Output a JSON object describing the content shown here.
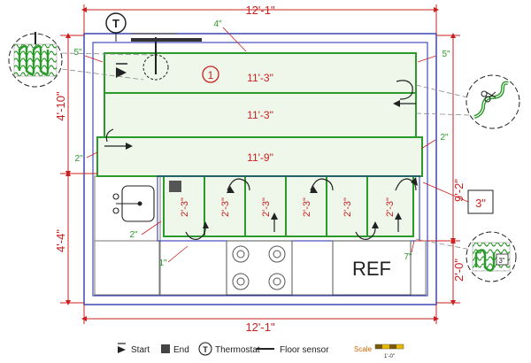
{
  "dimensions": {
    "top_width": "12'-1\"",
    "bottom_width": "12'-1\"",
    "left_upper": "4'-10\"",
    "left_lower": "4'-4\"",
    "right_upper": "9'-2\"",
    "right_lower": "2'-0\""
  },
  "gaps": {
    "top": "4\"",
    "right_top": "5\"",
    "left_top": "5\"",
    "right_mid": "2\"",
    "left_mid": "2\"",
    "left_low": "2\"",
    "bottom_left": "1\"",
    "bottom_right": "7\""
  },
  "mats": {
    "row1": "11'-3\"",
    "row2": "11'-3\"",
    "row3": "11'-9\"",
    "columns": [
      "2'-3\"",
      "2'-3\"",
      "2'-3\"",
      "2'-3\"",
      "2'-3\"",
      "2'-3\""
    ]
  },
  "zone_number": "1",
  "thermostat_symbol": "T",
  "ref_label": "REF",
  "callouts": {
    "cut_size": "3\"",
    "detail_size": "3\""
  },
  "legend": {
    "start": "Start",
    "end": "End",
    "thermostat": "Thermostat",
    "floor_sensor": "Floor sensor",
    "scale": "Scale",
    "scale_value": "1'-0\""
  },
  "colors": {
    "dimension": "#cc1f1f",
    "mat_outline": "#2a9a2a",
    "mat_fill": "#eef7ea",
    "room_outline": "#1f2aa8"
  }
}
